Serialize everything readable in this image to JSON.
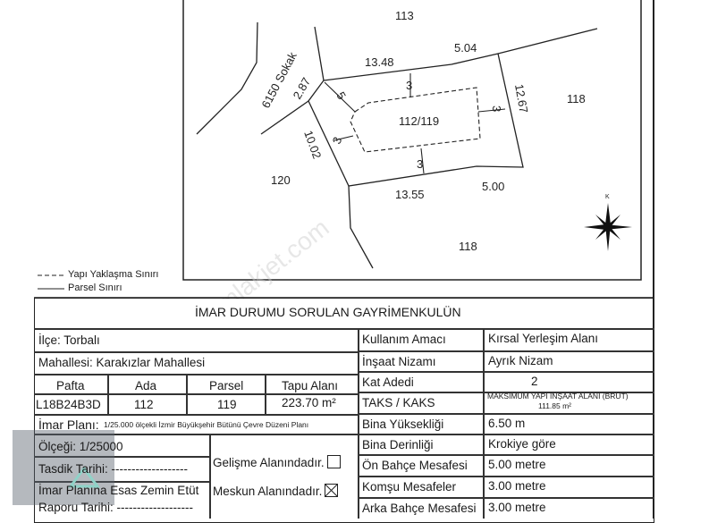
{
  "map": {
    "labels": {
      "north": "113",
      "east": "118",
      "south": "118",
      "west": "120",
      "parcel": "112/119",
      "street": "6150 Sokak",
      "compass": "K"
    },
    "dimensions": {
      "top_left": "13.48",
      "top_right": "5.04",
      "right": "12.67",
      "bottom_left": "13.55",
      "bottom_right": "5.00",
      "left": "10.02",
      "corner": "2.87",
      "setback_front": "5",
      "setback_side": "3"
    }
  },
  "legend": {
    "approach": "Yapı Yaklaşma Sınırı",
    "parcel": "Parsel Sınırı"
  },
  "watermark": "emlakjet.com",
  "table": {
    "title": "İMAR DURUMU SORULAN GAYRİMENKULÜN",
    "ilce": "İlçe: Torbalı",
    "mahalle": "Mahallesi: Karakızlar Mahallesi",
    "headers": [
      "Pafta",
      "Ada",
      "Parsel",
      "Tapu Alanı"
    ],
    "values": [
      "L18B24B3D",
      "112",
      "119",
      "223.70 m²"
    ],
    "imar_plani_label": "İmar Planı:",
    "imar_plani_value": "1/25.000 ölçekli İzmir Büyükşehir Bütünü Çevre Düzeni Planı",
    "olcegi": "Ölçeği: 1/25000",
    "tasdik": "Tasdik Tarihi: -------------------",
    "zemin1": "İmar Planına Esas Zemin Etüt",
    "zemin2": "Raporu Tarihi: -------------------",
    "gelisme": "Gelişme Alanındadır.",
    "gelisme_checked": false,
    "meskun": "Meskun Alanındadır.",
    "meskun_checked": true,
    "right_rows": [
      {
        "label": "Kullanım Amacı",
        "value": "Kırsal Yerleşim Alanı"
      },
      {
        "label": "İnşaat Nizamı",
        "value": "Ayrık Nizam"
      },
      {
        "label": "Kat Adedi",
        "value": "2"
      },
      {
        "label": "TAKS / KAKS",
        "value": "MAKSİMUM YAPI İNŞAAT ALANI (BRÜT)",
        "value2": "111.85 m²"
      },
      {
        "label": "Bina Yüksekliği",
        "value": "6.50 m"
      },
      {
        "label": "Bina Derinliği",
        "value": "Krokiye göre"
      },
      {
        "label": "Ön Bahçe Mesafesi",
        "value": "5.00 metre"
      },
      {
        "label": "Komşu Mesafeler",
        "value": "3.00 metre"
      },
      {
        "label": "Arka Bahçe Mesafesi",
        "value": "3.00 metre"
      }
    ]
  }
}
